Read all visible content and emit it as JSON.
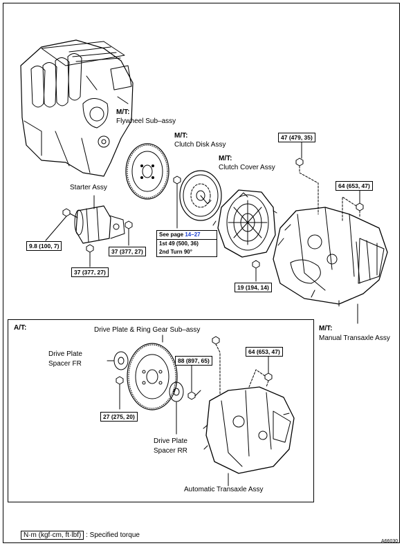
{
  "sections": {
    "mt_label": "M/T:",
    "at_label": "A/T:"
  },
  "components": {
    "flywheel": "Flywheel Sub–assy",
    "clutch_disk": "Clutch Disk Assy",
    "clutch_cover": "Clutch Cover Assy",
    "starter": "Starter Assy",
    "manual_transaxle": "Manual Transaxle Assy",
    "drive_plate_ring_gear": "Drive Plate & Ring Gear Sub–assy",
    "spacer_fr_line1": "Drive Plate",
    "spacer_fr_line2": "Spacer FR",
    "spacer_rr_line1": "Drive Plate",
    "spacer_rr_line2": "Spacer RR",
    "automatic_transaxle": "Automatic Transaxle Assy"
  },
  "torques": {
    "t_47": "47 (479, 35)",
    "t_64_mt": "64 (653, 47)",
    "t_9_8": "9.8 (100, 7)",
    "t_37_a": "37 (377, 27)",
    "t_37_b": "37 (377, 27)",
    "t_19": "19 (194, 14)",
    "t_88": "88 (897, 65)",
    "t_64_at": "64 (653, 47)",
    "t_27": "27 (275, 20)"
  },
  "flywheel_bolt_box": {
    "see_prefix": "See page ",
    "see_link": "14–27",
    "first": "1st 49 (500, 36)",
    "second": "2nd Turn 90°"
  },
  "legend": {
    "unit_box": "N·m (kgf·cm, ft·lbf)",
    "meaning": ": Specified torque"
  },
  "figure_id": "A66030"
}
